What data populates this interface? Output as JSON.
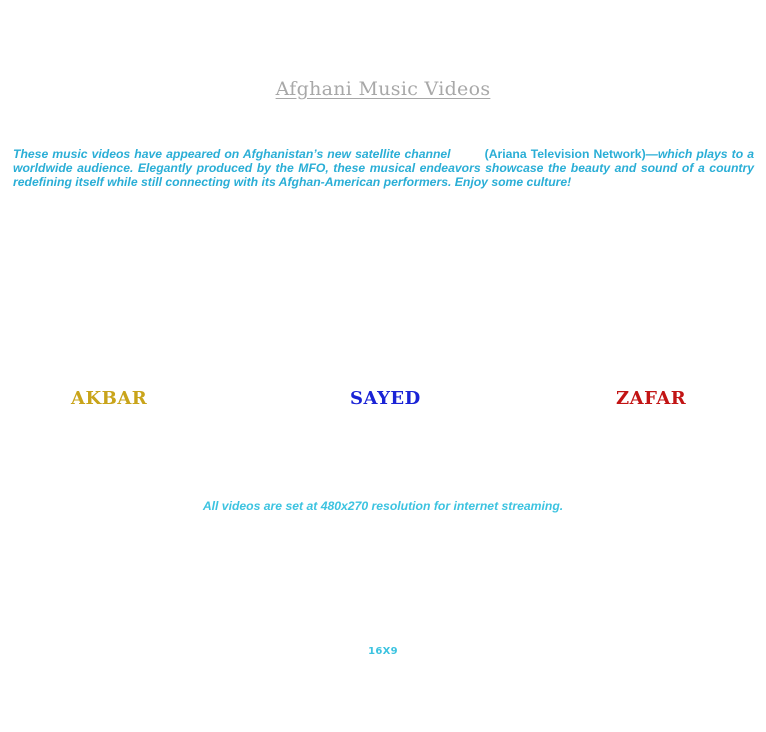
{
  "header": {
    "title": "Afghani Music Videos"
  },
  "intro": {
    "text_before": "These music videos have appeared on Afghanistan’s new satellite channel",
    "network": "(Ariana Television Network)",
    "text_after": "—which plays to a worldwide audience.  Elegantly produced by the MFO, these musical endeavors showcase the beauty and sound of a country redefining itself while still connecting with its Afghan-American performers.  Enjoy some culture!"
  },
  "artists": [
    {
      "name": "AKBAR",
      "color": "#c9a41a"
    },
    {
      "name": "SAYED",
      "color": "#1a23d6"
    },
    {
      "name": "ZAFAR",
      "color": "#c21414"
    }
  ],
  "footer": {
    "resolution_note": "All videos are set at 480x270 resolution for internet streaming.",
    "aspect_label": "16X9"
  },
  "colors": {
    "title": "#a8a8a8",
    "body_text": "#2aaed6",
    "note_text": "#3cc3e0"
  }
}
